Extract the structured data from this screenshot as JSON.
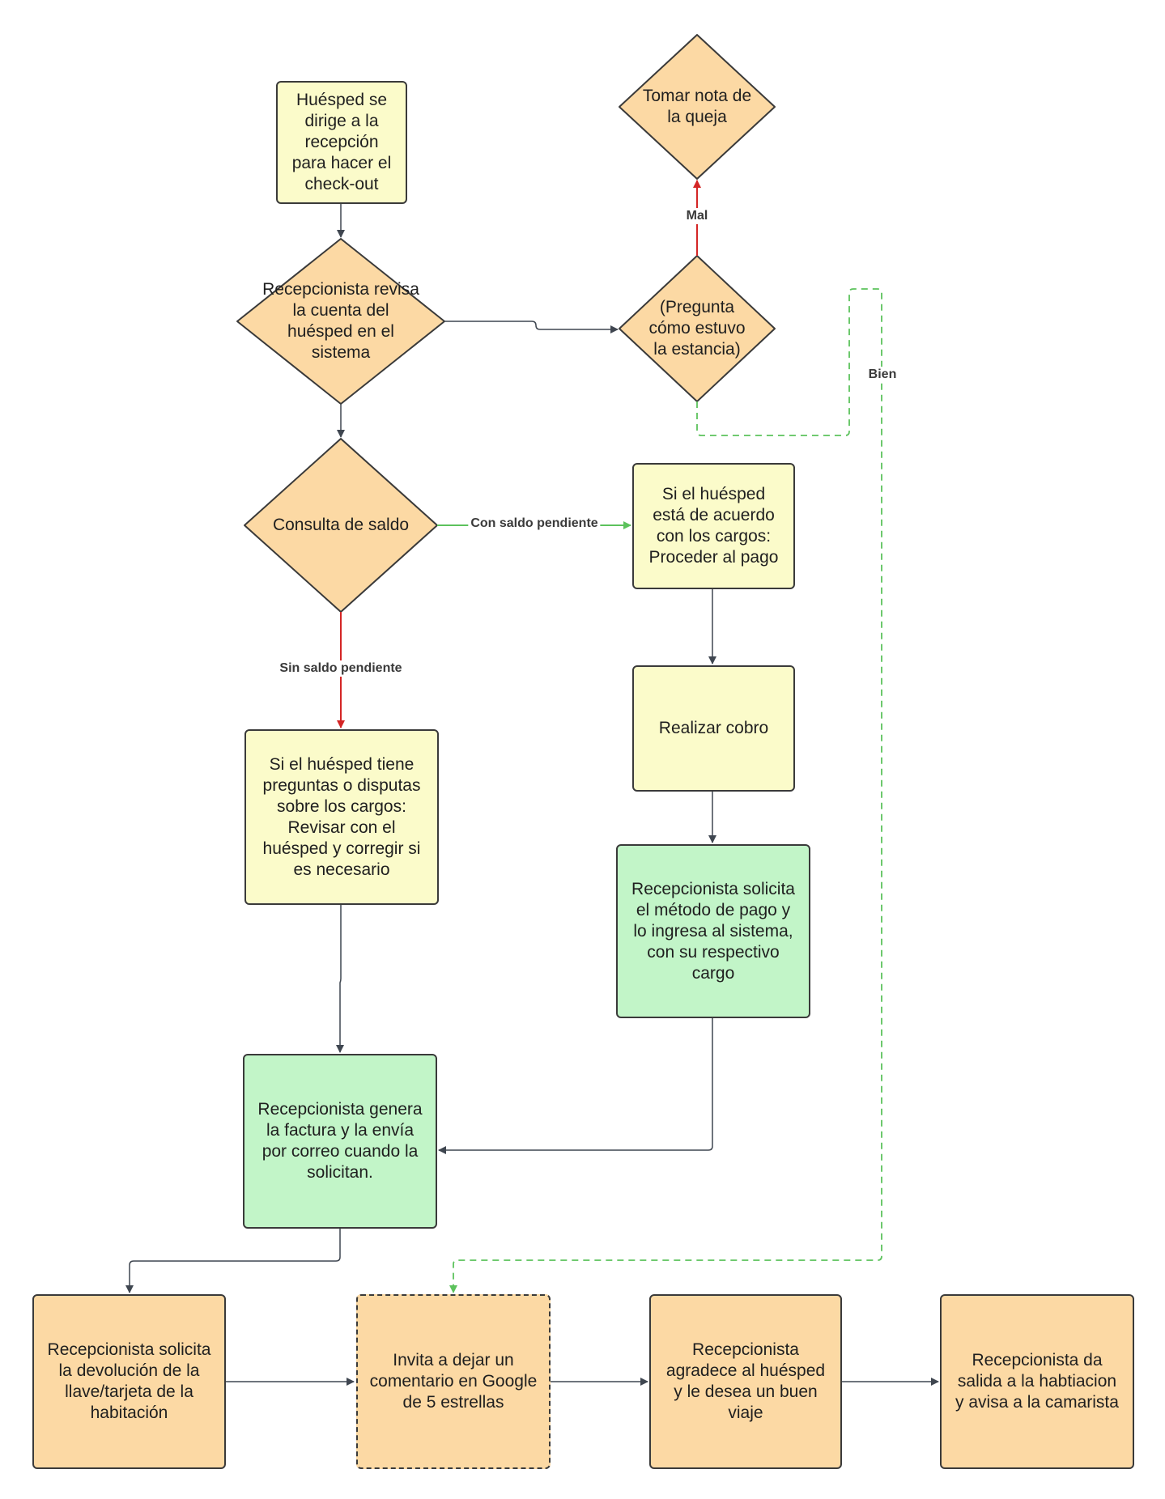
{
  "colors": {
    "yellow": "#fbfbca",
    "orange": "#fcd9a4",
    "green": "#c2f5c8",
    "stroke": "#3a3a3a",
    "arrow_gray": "#3f4650",
    "arrow_red": "#d42525",
    "arrow_green": "#5cc25c"
  },
  "nodes": {
    "guest_to_reception": "Huésped se dirige a la recepción para hacer el check-out",
    "review_account": "Recepcionista revisa la cuenta del huésped en el sistema",
    "ask_stay": "(Pregunta cómo estuvo la estancia)",
    "take_complaint": "Tomar nota de la queja",
    "balance_check": "Consulta de saldo",
    "agree_charges": "Si el huésped está de acuerdo con los cargos: Proceder al pago",
    "charge": "Realizar cobro",
    "payment_method": "Recepcionista solicita el método de pago y lo ingresa al sistema, con su respectivo cargo",
    "disputes": "Si el huésped tiene preguntas o disputas sobre los cargos: Revisar con el huésped y corregir si es necesario",
    "invoice": "Recepcionista genera la factura y la envía por correo cuando la solicitan.",
    "return_key": "Recepcionista solicita la devolución de la llave/tarjeta de la habitación",
    "google_review": "Invita a dejar un comentario en Google de 5 estrellas",
    "thanks": "Recepcionista agradece al huésped y le desea un buen viaje",
    "room_release": "Recepcionista da salida a la habtiacion y avisa a la camarista"
  },
  "edge_labels": {
    "mal": "Mal",
    "bien": "Bien",
    "con_saldo": "Con saldo pendiente",
    "sin_saldo": "Sin saldo pendiente"
  }
}
